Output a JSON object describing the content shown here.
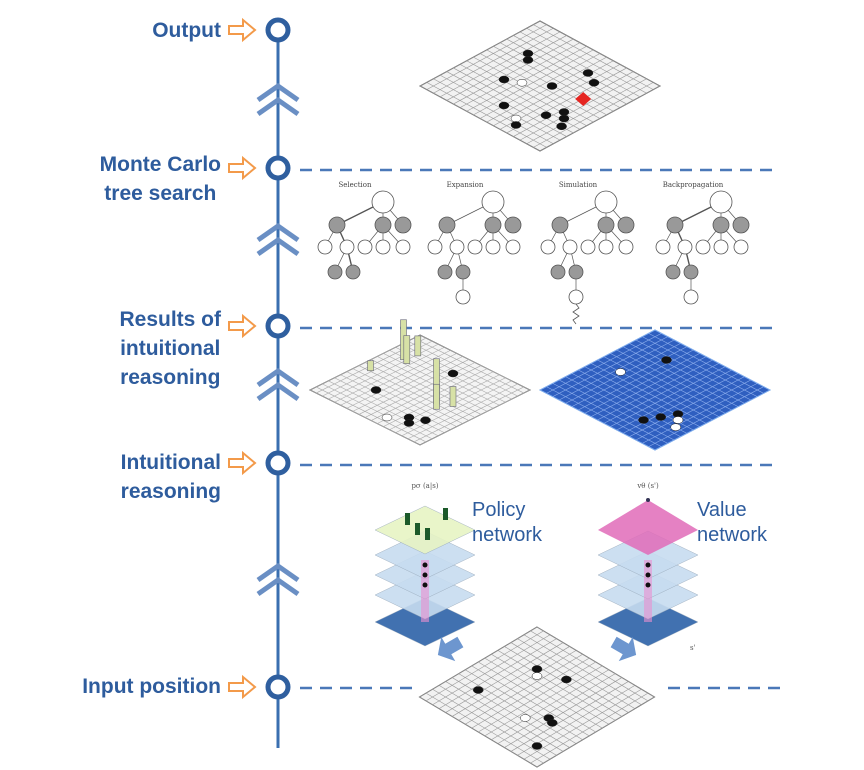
{
  "stages": [
    {
      "label": "Output"
    },
    {
      "label": "Monte Carlo tree search"
    },
    {
      "label": "Results of intuitional reasoning"
    },
    {
      "label": "Intuitional reasoning"
    },
    {
      "label": "Input position"
    }
  ],
  "stage_lines": [
    "Output",
    "Monte Carlo|tree search",
    "Results of|intuitional|reasoning",
    "Intuitional|reasoning",
    "Input position"
  ],
  "mcts_phases": [
    "Selection",
    "Expansion",
    "Simulation",
    "Backpropagation"
  ],
  "networks": {
    "policy": {
      "label_line1": "Policy",
      "label_line2": "network",
      "formula": "pσ (a|s)"
    },
    "value": {
      "label_line1": "Value",
      "label_line2": "network",
      "formula": "vθ (s')",
      "state": "s'"
    }
  },
  "colors": {
    "label": "#2e5c9d",
    "timeline": "#3a6fb0",
    "arrow": "#f39a4a",
    "dash": "#4a78b8"
  }
}
